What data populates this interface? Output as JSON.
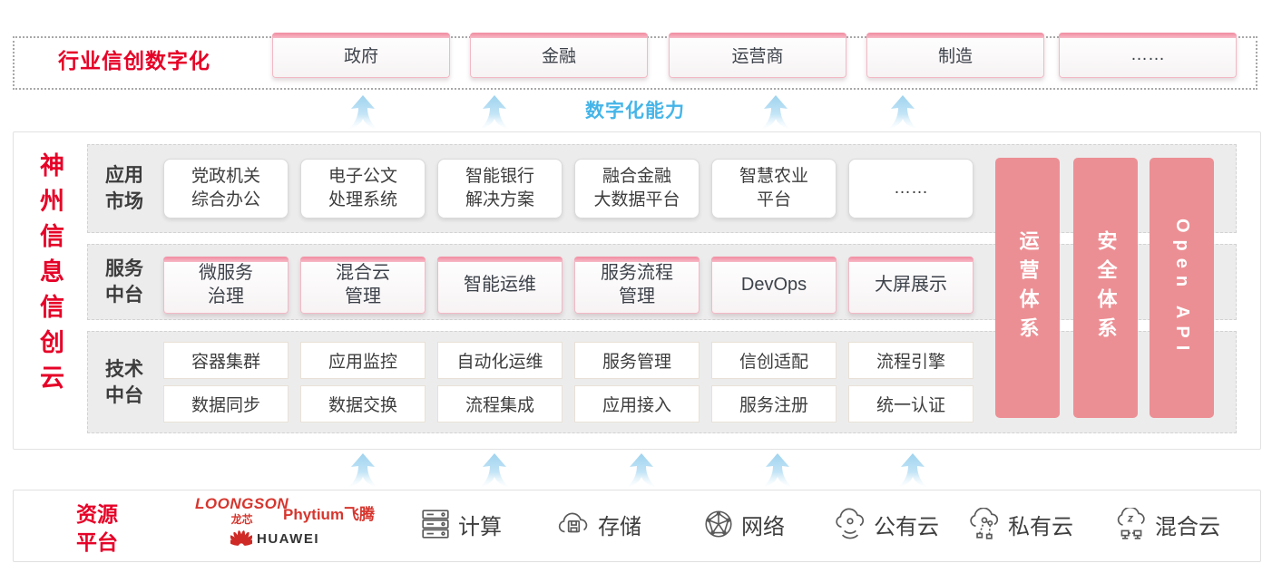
{
  "colors": {
    "accent_red": "#e60127",
    "bar_pink": "#ec8f94",
    "capability_blue": "#45b5e8",
    "logo_red": "#d6362e",
    "icon_gray": "#5a5a5a"
  },
  "top_banner": {
    "title": "行业信创数字化",
    "sectors": [
      "政府",
      "金融",
      "运营商",
      "制造",
      "……"
    ]
  },
  "capability_label": "数字化能力",
  "platform": {
    "title": "神州信息信创云",
    "rows": [
      {
        "label": "应用\n市场",
        "items": [
          "党政机关\n综合办公",
          "电子公文\n处理系统",
          "智能银行\n解决方案",
          "融合金融\n大数据平台",
          "智慧农业\n平台",
          "……"
        ]
      },
      {
        "label": "服务\n中台",
        "items": [
          "微服务\n治理",
          "混合云\n管理",
          "智能运维",
          "服务流程\n管理",
          "DevOps",
          "大屏展示"
        ]
      },
      {
        "label": "技术\n中台",
        "items_top": [
          "容器集群",
          "应用监控",
          "自动化运维",
          "服务管理",
          "信创适配",
          "流程引擎"
        ],
        "items_bottom": [
          "数据同步",
          "数据交换",
          "流程集成",
          "应用接入",
          "服务注册",
          "统一认证"
        ]
      }
    ],
    "side_bars": [
      "运营体系",
      "安全体系",
      "Open API"
    ]
  },
  "resources": {
    "label": "资源\n平台",
    "vendors": {
      "loongson": "LOONGSON",
      "loongson_cn": "龙芯",
      "phytium": "Phytium飞腾",
      "huawei": "HUAWEI"
    },
    "items": [
      {
        "icon": "compute-icon",
        "label": "计算"
      },
      {
        "icon": "storage-icon",
        "label": "存储"
      },
      {
        "icon": "network-icon",
        "label": "网络"
      },
      {
        "icon": "public-cloud-icon",
        "label": "公有云"
      },
      {
        "icon": "private-cloud-icon",
        "label": "私有云"
      },
      {
        "icon": "hybrid-cloud-icon",
        "label": "混合云"
      }
    ]
  }
}
